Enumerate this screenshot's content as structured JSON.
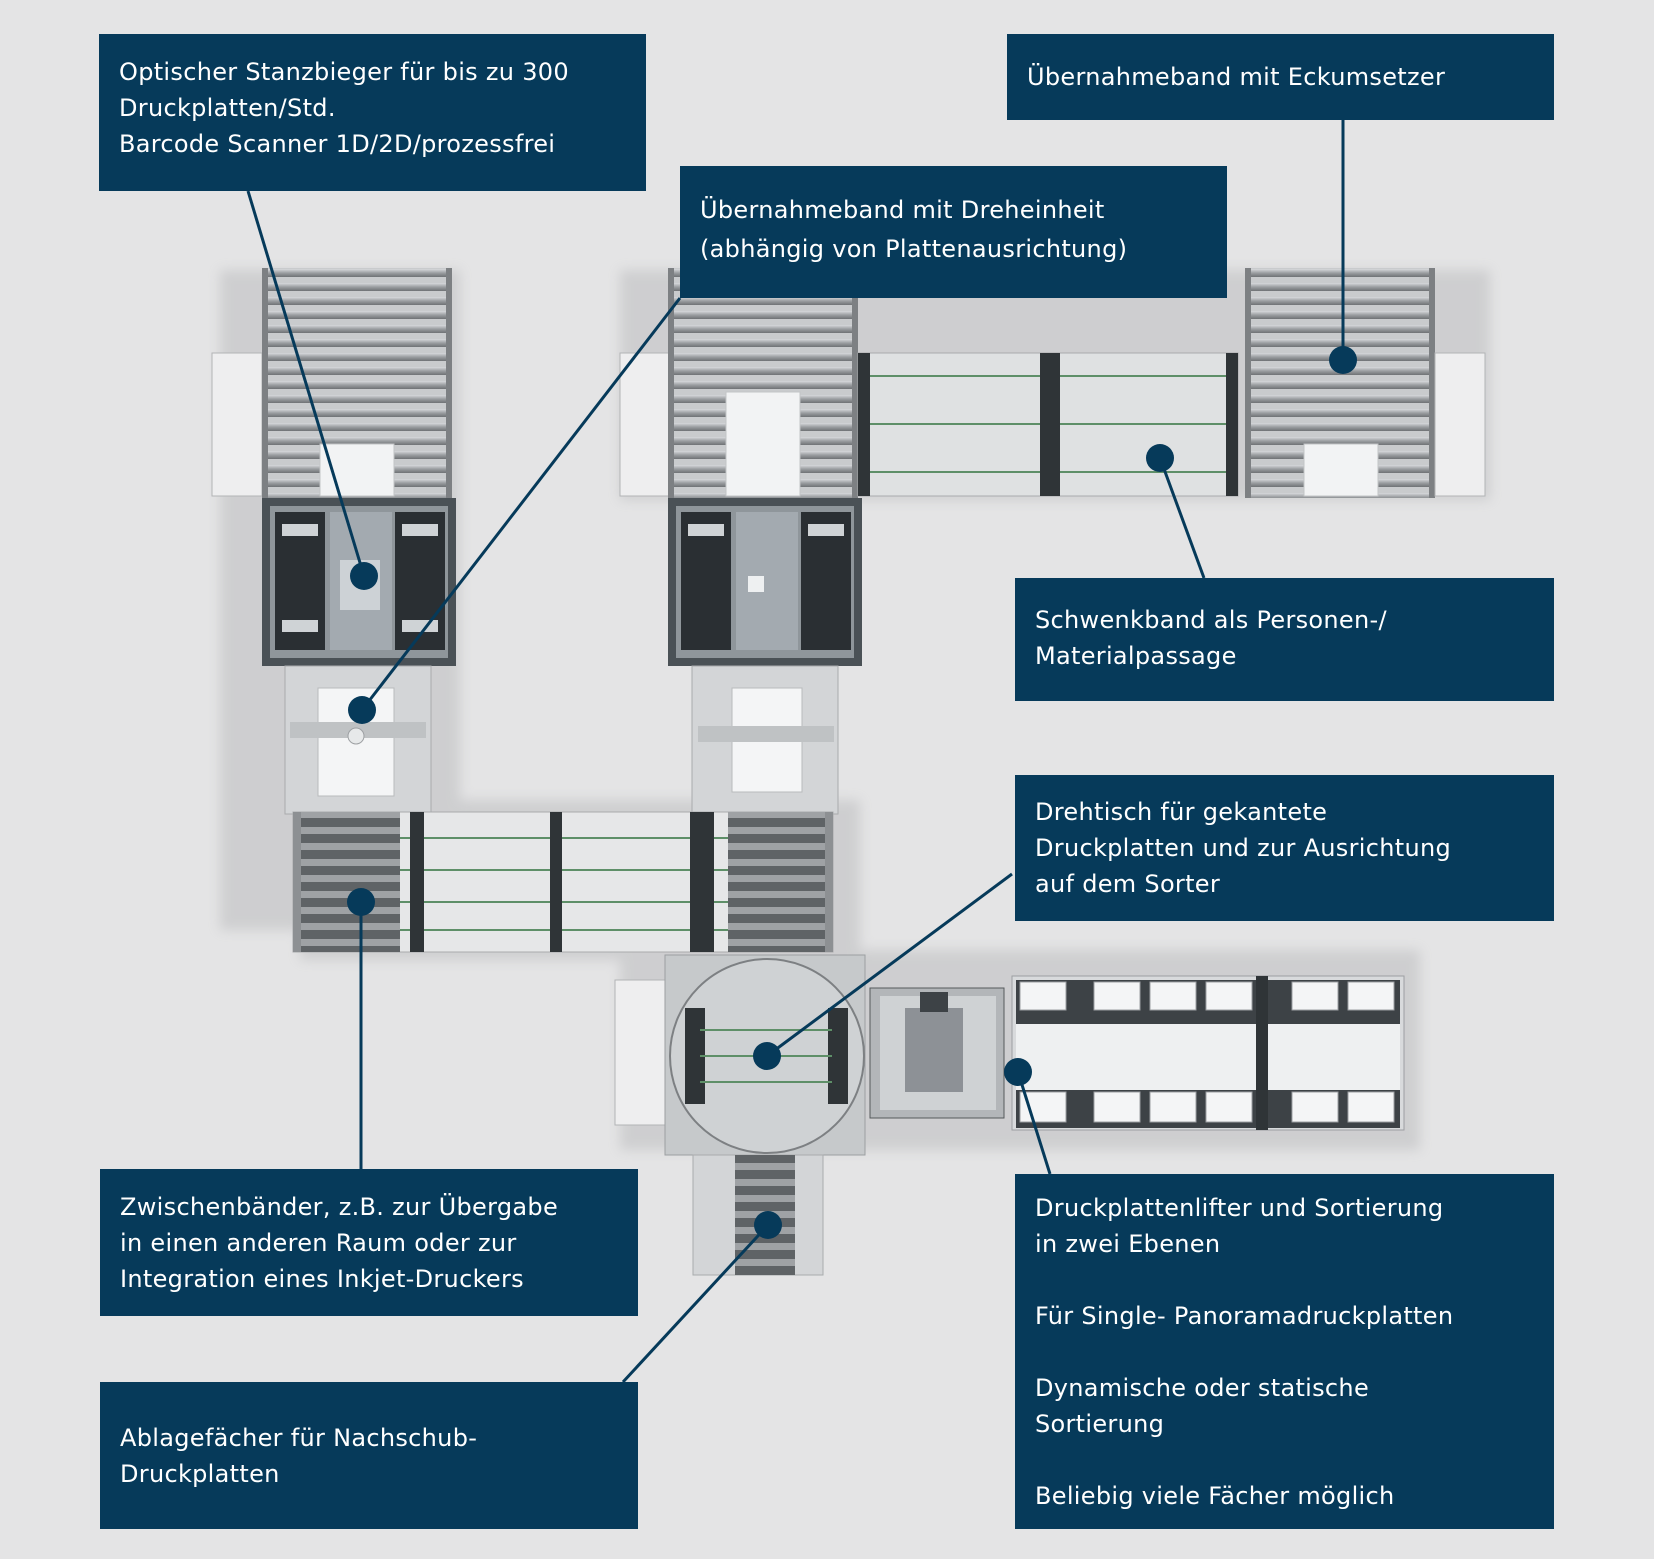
{
  "palette": {
    "background": "#e4e4e5",
    "callout_fill": "#063a5a",
    "callout_text": "#ffffff",
    "leader_line": "#063a5a",
    "conveyor_roller": "#8c8f92",
    "machine_frame": "#b5b8bb",
    "station_dark": "#3d4246",
    "sort_rail": "#5e8f68"
  },
  "callouts": {
    "stanzbieger": {
      "lines": [
        "Optischer Stanzbieger für bis zu 300",
        "Druckplatten/Std.",
        "Barcode Scanner 1D/2D/prozessfrei"
      ]
    },
    "dreheinheit": {
      "lines": [
        "Übernahmeband mit Dreheinheit",
        "(abhängig von Plattenausrichtung)"
      ]
    },
    "eckumsetzer": {
      "lines": [
        "Übernahmeband mit Eckumsetzer"
      ]
    },
    "schwenkband": {
      "lines": [
        "Schwenkband als Personen-/",
        "Materialpassage"
      ]
    },
    "drehtisch": {
      "lines": [
        "Drehtisch für gekantete",
        "Druckplatten und zur Ausrichtung",
        "auf dem Sorter"
      ]
    },
    "zwischenbaender": {
      "lines": [
        "Zwischenbänder, z.B. zur Übergabe",
        "in einen anderen Raum oder zur",
        "Integration eines Inkjet-Druckers"
      ]
    },
    "ablagefaecher": {
      "lines": [
        "Ablagefächer für Nachschub-",
        "Druckplatten"
      ]
    },
    "lifter": {
      "groups": [
        [
          "Druckplattenlifter und Sortierung",
          "in zwei Ebenen"
        ],
        [
          "Für Single- Panoramadruckplatten"
        ],
        [
          "Dynamische oder statische",
          "Sortierung"
        ],
        [
          "Beliebig viele Fächer möglich"
        ]
      ]
    }
  }
}
